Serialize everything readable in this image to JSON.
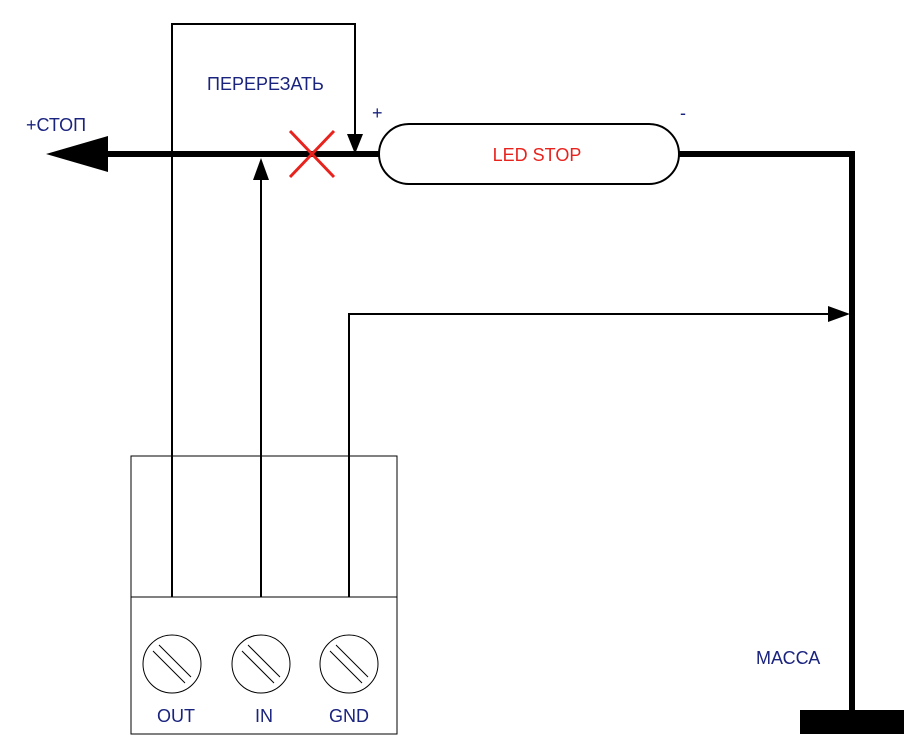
{
  "labels": {
    "stop": "+СТОП",
    "cut": "ПЕРЕРЕЗАТЬ",
    "led": "LED STOP",
    "plus": "+",
    "minus": "-",
    "ground": "МАССА"
  },
  "terminals": [
    {
      "label": "OUT"
    },
    {
      "label": "IN"
    },
    {
      "label": "GND"
    }
  ],
  "colors": {
    "wire": "#000000",
    "label": "#1a237e",
    "led_text": "#e8231e",
    "cut_mark": "#e8231e"
  }
}
